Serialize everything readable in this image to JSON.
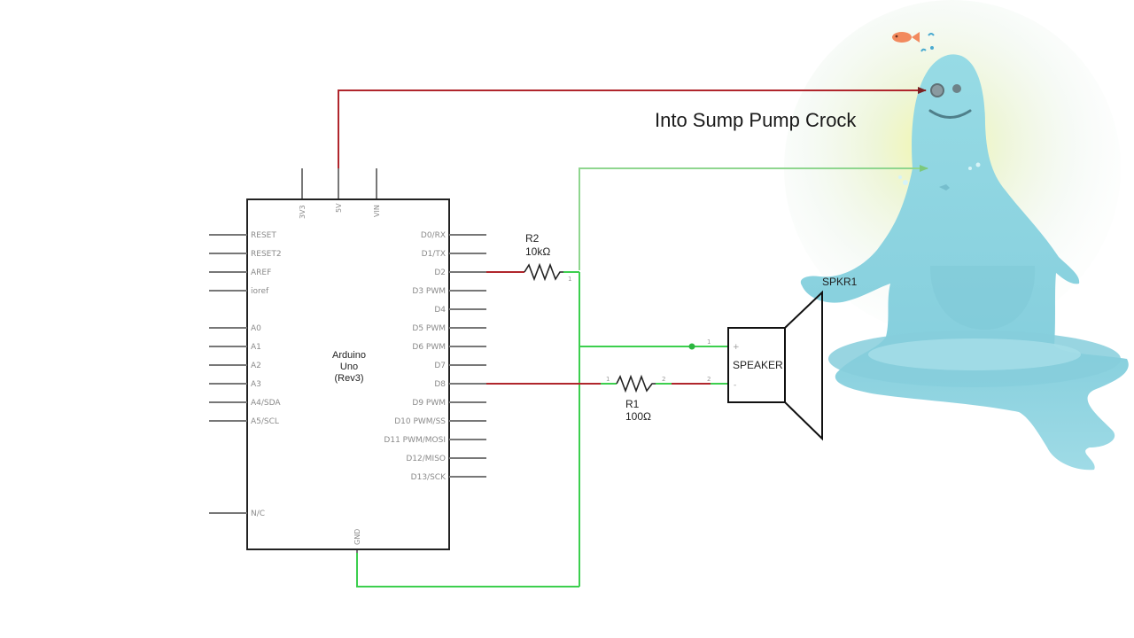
{
  "annotation": "Into Sump Pump Crock",
  "board": {
    "name_line1": "Arduino",
    "name_line2": "Uno",
    "name_line3": "(Rev3)",
    "top_pins": [
      "3V3",
      "5V",
      "VIN"
    ],
    "bottom_pin": "GND",
    "left_pins": [
      "RESET",
      "RESET2",
      "AREF",
      "ioref",
      "A0",
      "A1",
      "A2",
      "A3",
      "A4/SDA",
      "A5/SCL",
      "N/C"
    ],
    "right_pins": [
      "D0/RX",
      "D1/TX",
      "D2",
      "D3 PWM",
      "D4",
      "D5 PWM",
      "D6 PWM",
      "D7",
      "D8",
      "D9 PWM",
      "D10 PWM/SS",
      "D11 PWM/MOSI",
      "D12/MISO",
      "D13/SCK"
    ]
  },
  "r2": {
    "name": "R2",
    "value": "10kΩ",
    "pin1": "1"
  },
  "r1": {
    "name": "R1",
    "value": "100Ω",
    "pin1": "1",
    "pin2": "2"
  },
  "speaker": {
    "ref": "SPKR1",
    "label": "SPEAKER",
    "plus": "+",
    "minus": "-",
    "pin1": "1",
    "pin2": "2"
  },
  "colors": {
    "wire_red": "#b0262c",
    "wire_green": "#3ccf4e",
    "wire_green_light": "#8fd68f",
    "ghost_body": "#8fd3e0",
    "ghost_glow": "#f2f59a",
    "fish": "#f28a5e"
  },
  "icons": [
    "ghost-mascot",
    "fish-icon",
    "water-drops-icon"
  ]
}
